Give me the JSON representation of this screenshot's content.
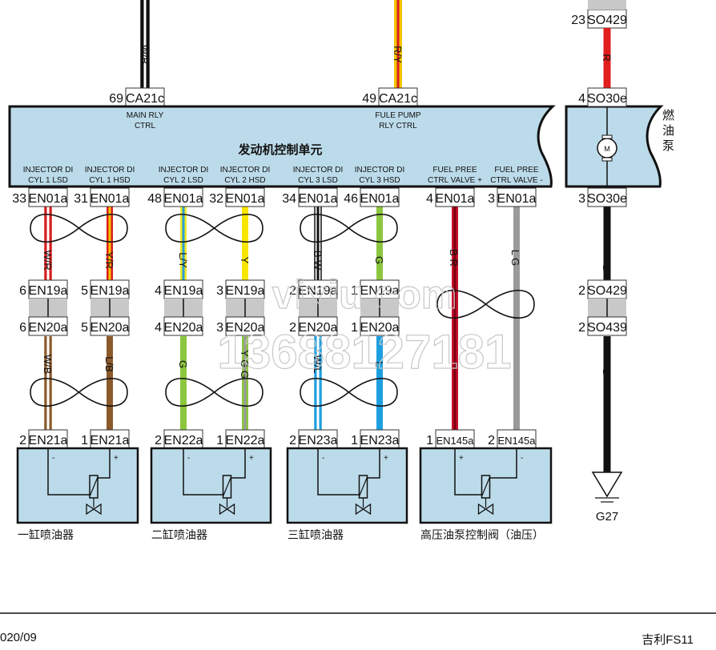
{
  "ecu": {
    "title": "发动机控制单元",
    "top_pins": [
      {
        "pin": "69",
        "connector": "CA21c",
        "label1": "MAIN RLY",
        "label2": "CTRL",
        "wire": "W/B",
        "colors": [
          "#111111",
          "#ffffff"
        ]
      },
      {
        "pin": "49",
        "connector": "CA21c",
        "label1": "FULE PUMP",
        "label2": "RLY CTRL",
        "wire": "R/Y",
        "colors": [
          "#f5c400",
          "#d81e1e"
        ]
      }
    ],
    "bottom_pins": [
      {
        "pin": "33",
        "connector": "EN01a",
        "label1": "INJECTOR DI",
        "label2": "CYL 1 LSD",
        "wire_up": "W/R",
        "up_colors": [
          "#d81e1e",
          "#ffffff"
        ],
        "inline_pin": "6",
        "wire_down": "W/B",
        "down_colors": [
          "#8b5a2b",
          "#ffffff"
        ],
        "end_pin": "2",
        "end_connector": "EN21a"
      },
      {
        "pin": "31",
        "connector": "EN01a",
        "label1": "INJECTOR DI",
        "label2": "CYL 1 HSD",
        "wire_up": "Y/R",
        "up_colors": [
          "#d81e1e",
          "#f5c400"
        ],
        "inline_pin": "5",
        "wire_down": "L/B",
        "down_colors": [
          "#8b5a2b",
          "#8b5a2b"
        ],
        "end_pin": "1",
        "end_connector": "EN21a"
      },
      {
        "pin": "48",
        "connector": "EN01a",
        "label1": "INJECTOR DI",
        "label2": "CYL 2 LSD",
        "wire_up": "L/Y",
        "up_colors": [
          "#f2ea2a",
          "#2a9fd8"
        ],
        "inline_pin": "4",
        "wire_down": "G",
        "down_colors": [
          "#8cc63f",
          "#8cc63f"
        ],
        "end_pin": "2",
        "end_connector": "EN22a"
      },
      {
        "pin": "32",
        "connector": "EN01a",
        "label1": "INJECTOR DI",
        "label2": "CYL 2 HSD",
        "wire_up": "Y",
        "up_colors": [
          "#f7e600",
          "#f7e600"
        ],
        "inline_pin": "3",
        "wire_down": "Y G G",
        "down_colors": [
          "#8cc63f",
          "#9a9a9a"
        ],
        "end_pin": "1",
        "end_connector": "EN22a"
      },
      {
        "pin": "34",
        "connector": "EN01a",
        "label1": "INJECTOR DI",
        "label2": "CYL 3 LSD",
        "wire_up": "B W",
        "up_colors": [
          "#ffffff",
          "#111111"
        ],
        "inline_pin": "2",
        "wire_down": "W/L",
        "down_colors": [
          "#1ea0e0",
          "#ffffff"
        ],
        "end_pin": "2",
        "end_connector": "EN23a"
      },
      {
        "pin": "46",
        "connector": "EN01a",
        "label1": "INJECTOR DI",
        "label2": "CYL 3 HSD",
        "wire_up": "G",
        "up_colors": [
          "#8cc63f",
          "#8cc63f"
        ],
        "inline_pin": "1",
        "wire_down": "L",
        "down_colors": [
          "#1ea0e0",
          "#1ea0e0"
        ],
        "end_pin": "1",
        "end_connector": "EN23a"
      },
      {
        "pin": "4",
        "connector": "EN01a",
        "label1": "FUEL PREE",
        "label2": "CTRL VALVE +",
        "wire_up": "B R",
        "up_colors": [
          "#c8102e",
          "#7a0010"
        ],
        "end_pin": "1",
        "end_connector": "EN145a"
      },
      {
        "pin": "3",
        "connector": "EN01a",
        "label1": "FUEL PREE",
        "label2": "CTRL VALVE -",
        "wire_up": "L G",
        "up_colors": [
          "#9a9a9a",
          "#9a9a9a"
        ],
        "end_pin": "2",
        "end_connector": "EN145a"
      }
    ],
    "inline_upper_connector": "EN19a",
    "inline_lower_connector": "EN20a"
  },
  "fuel_pump": {
    "name": "燃油泵",
    "motor": "M",
    "top_splice": {
      "pin": "23",
      "connector": "SO429"
    },
    "wire_top": "R",
    "pin_in": {
      "pin": "4",
      "connector": "SO30e"
    },
    "pin_out": {
      "pin": "3",
      "connector": "SO30e"
    },
    "wire_bottom": "B",
    "splice1": {
      "pin": "2",
      "connector": "SO429"
    },
    "splice2": {
      "pin": "2",
      "connector": "SO439"
    },
    "wire_ground": "B",
    "ground": "G27"
  },
  "components": [
    {
      "name": "一缸喷油器",
      "left_sign": "-",
      "right_sign": "+"
    },
    {
      "name": "二缸喷油器",
      "left_sign": "-",
      "right_sign": "+"
    },
    {
      "name": "三缸喷油器",
      "left_sign": "-",
      "right_sign": "+"
    },
    {
      "name": "高压油泵控制阀（油压）",
      "left_sign": "+",
      "right_sign": "-"
    }
  ],
  "watermark": {
    "line1": "vixiu.com",
    "line2": "13688127181"
  },
  "footer": {
    "left": "020/09",
    "right": "吉利FS11"
  },
  "colors": {
    "module_fill": "#bcdbea",
    "connector_gray": "#c8c8c8"
  }
}
